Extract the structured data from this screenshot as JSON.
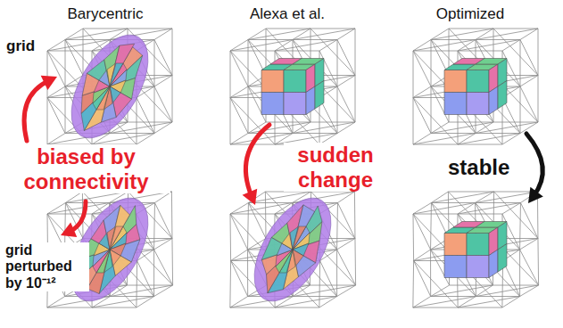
{
  "diagram": {
    "labels": [
      "Barycentric",
      "Alexa et al.",
      "Optimized",
      "grid",
      "grid perturbed by 10⁻¹²",
      "biased by connectivity",
      "sudden change",
      "stable"
    ]
  }
}
